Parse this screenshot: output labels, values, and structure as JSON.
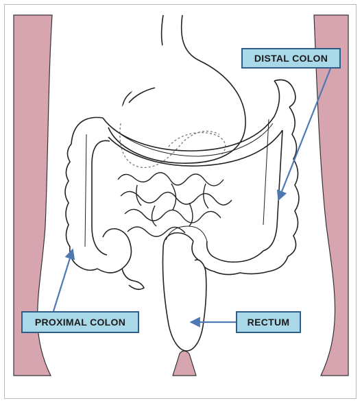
{
  "labels": {
    "distal_colon": "DISTAL COLON",
    "proximal_colon": "PROXIMAL COLON",
    "rectum": "RECTUM"
  },
  "colors": {
    "body_side": "#d7a5b0",
    "label_fill": "#a9d8e8",
    "label_border": "#2f5d86",
    "arrow": "#4d79b3",
    "outline": "#222222"
  }
}
